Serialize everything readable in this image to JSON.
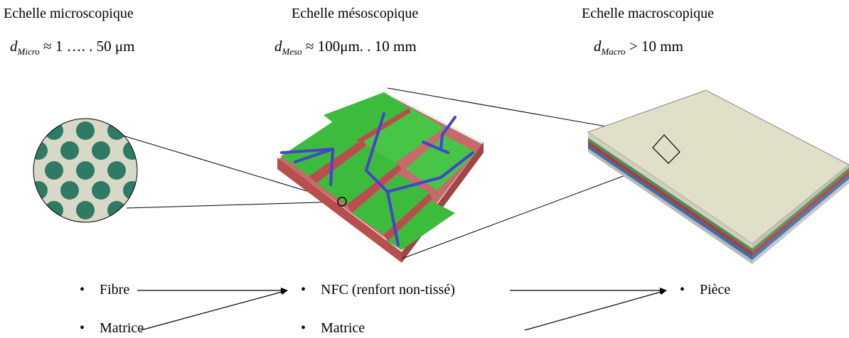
{
  "scales": [
    {
      "title": "Echelle microscopique",
      "symbol": "d",
      "sub": "Micro",
      "relation": "≈ 1 …. . 50 μm"
    },
    {
      "title": "Echelle mésoscopique",
      "symbol": "d",
      "sub": "Meso",
      "relation": "≈ 100μm. . 10 mm"
    },
    {
      "title": "Echelle macroscopique",
      "symbol": "d",
      "sub": "Macro",
      "relation": "> 10 mm"
    }
  ],
  "bullets": {
    "fibre": "Fibre",
    "matrice_micro": "Matrice",
    "nfc": "NFC (renfort non-tissé)",
    "matrice_meso": "Matrice",
    "piece": "Pièce"
  },
  "bullet_glyph": "•",
  "colors": {
    "matrix": "#d8d8c6",
    "fibre": "#2e7a64",
    "mat_green": "#3dbb3d",
    "mat_red": "#b84e4e",
    "mat_blue": "#4444cc",
    "plate_top": "#e0dfc8",
    "layer_green": "#4f8a5c",
    "layer_red": "#b03a3a",
    "layer_blue": "#3c6ea8",
    "layer_grey": "#b8b8b8"
  }
}
